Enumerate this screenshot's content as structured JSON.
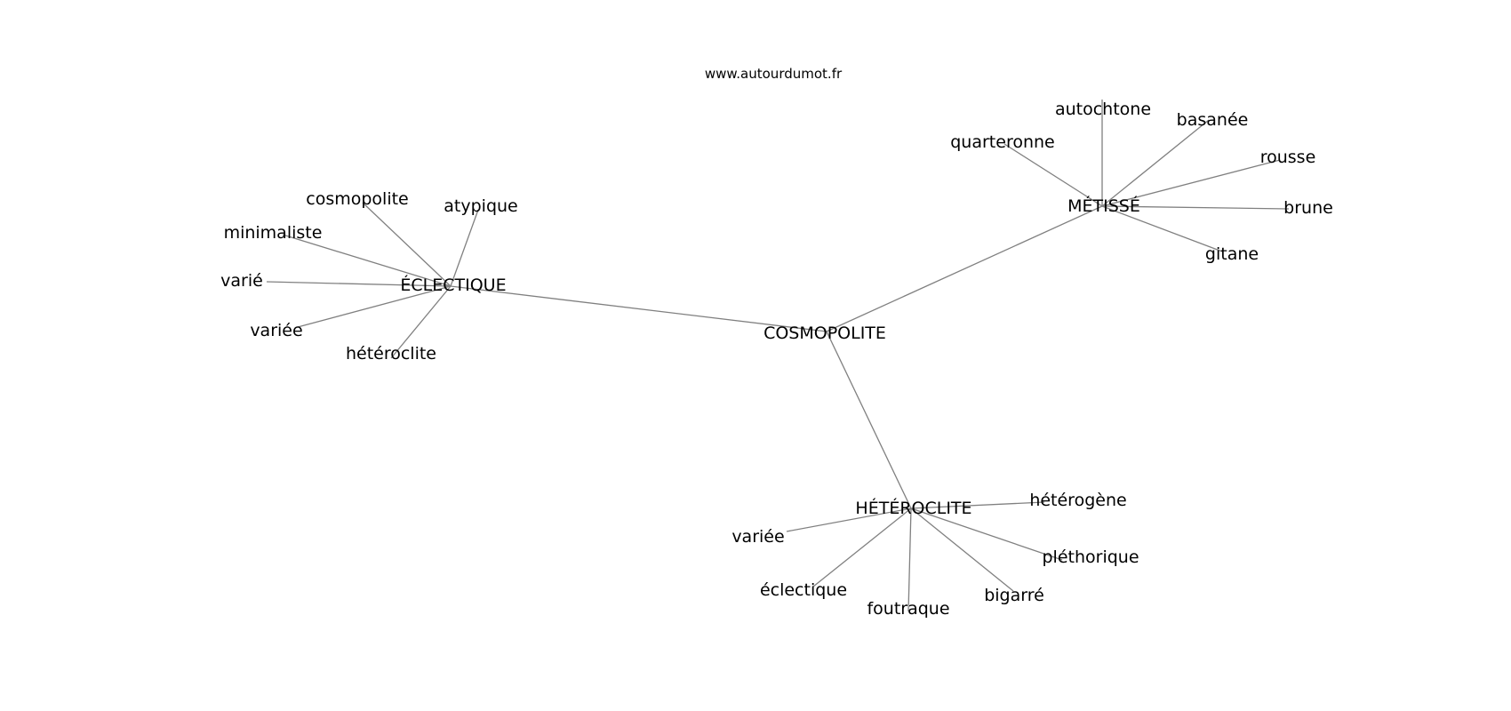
{
  "source": "www.autourdumot.fr",
  "center": "COSMOPOLITE",
  "clusters": [
    {
      "hub": "ÉCLECTIQUE",
      "leaves": [
        "cosmopolite",
        "atypique",
        "minimaliste",
        "varié",
        "variée",
        "hétéroclite"
      ]
    },
    {
      "hub": "MÉTISSÉ",
      "leaves": [
        "autochtone",
        "basanée",
        "quarteronne",
        "rousse",
        "brune",
        "gitane"
      ]
    },
    {
      "hub": "HÉTÉROCLITE",
      "leaves": [
        "hétérogène",
        "variée",
        "pléthorique",
        "éclectique",
        "bigarré",
        "foutraque"
      ]
    }
  ]
}
